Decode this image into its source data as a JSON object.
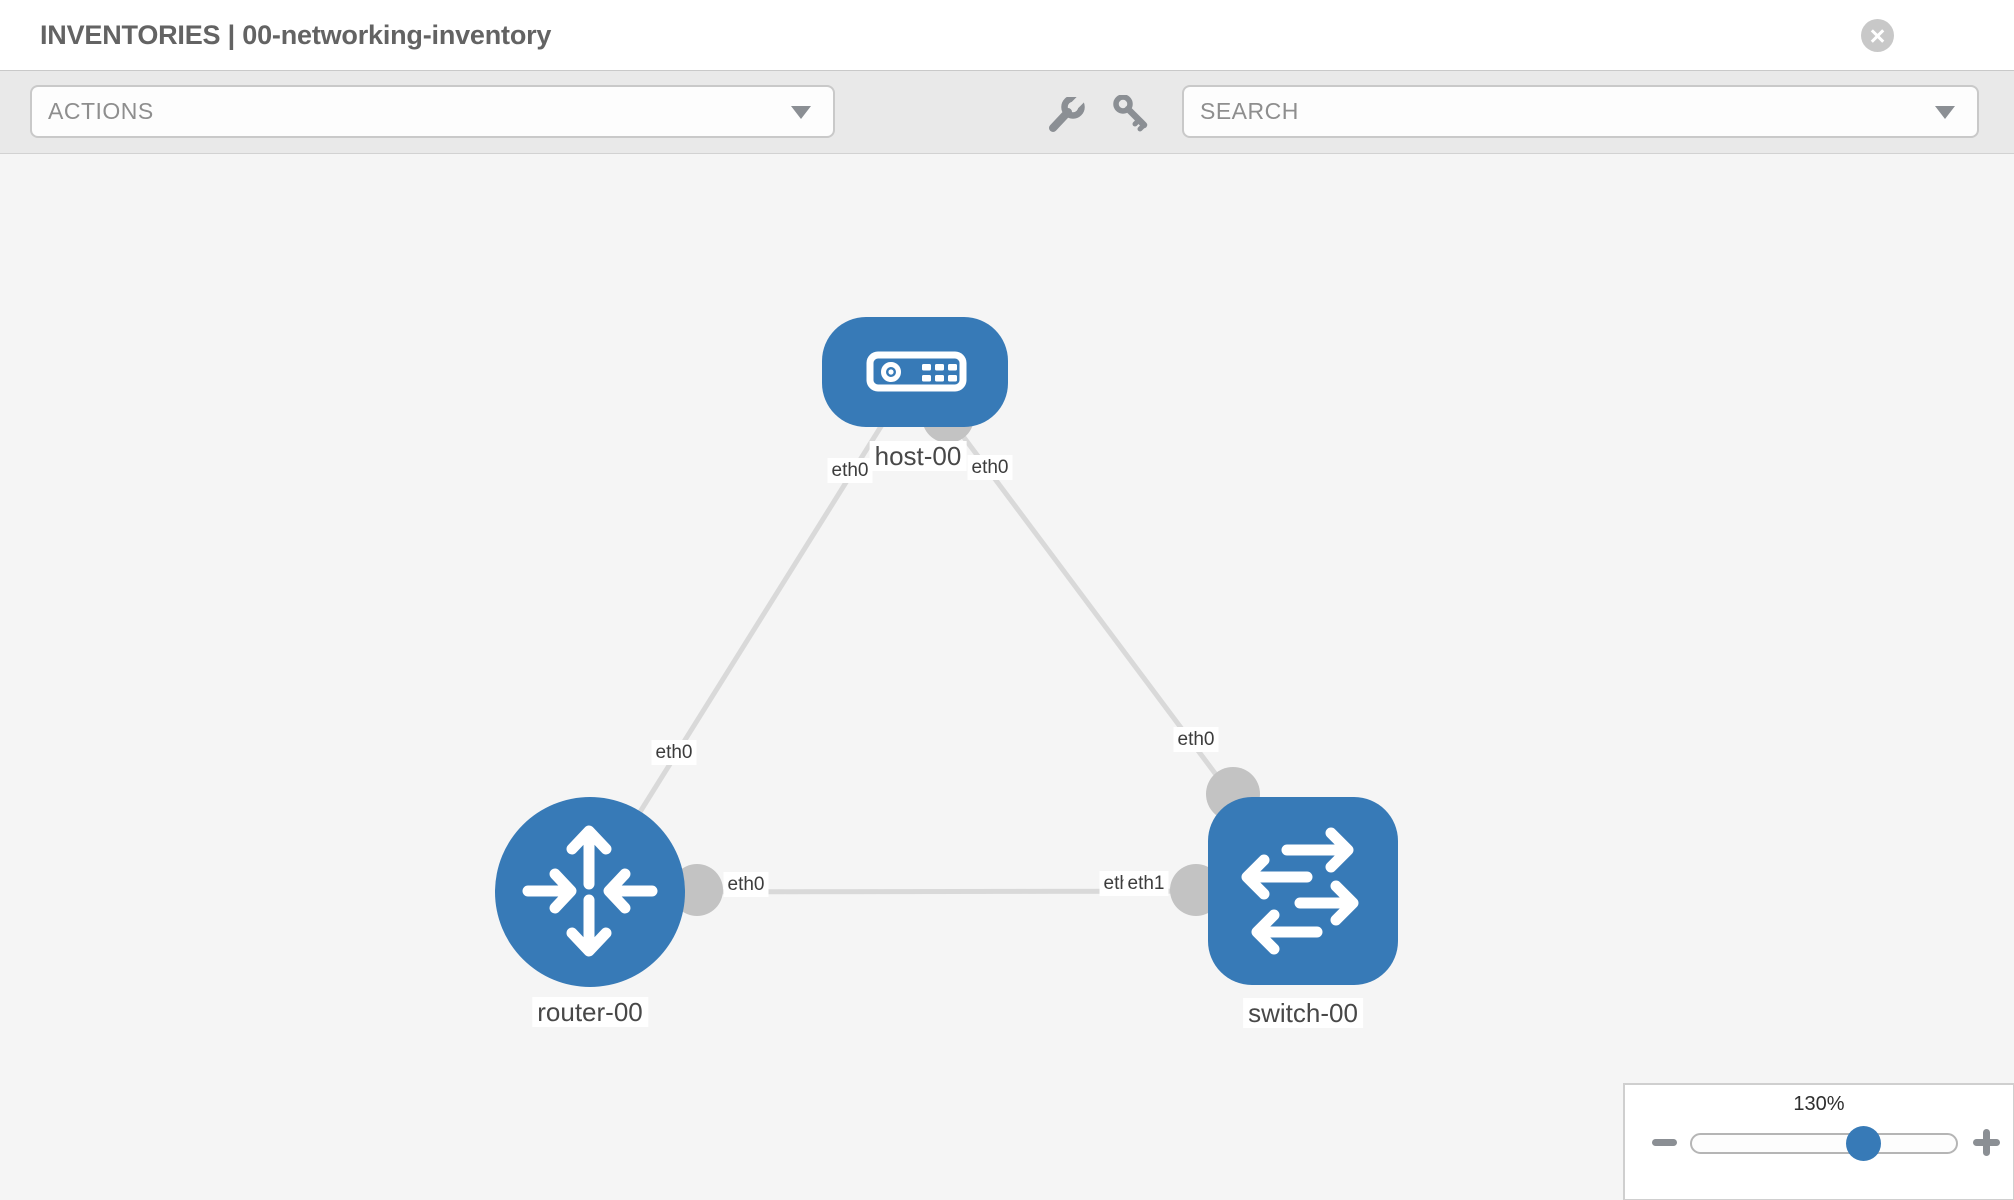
{
  "window": {
    "title": "INVENTORIES | 00-networking-inventory",
    "close_icon": "×"
  },
  "toolbar": {
    "actions_dropdown": "ACTIONS",
    "search_dropdown": "SEARCH",
    "icons": [
      "wrench-icon",
      "key-icon"
    ]
  },
  "topology": {
    "nodes": [
      {
        "name": "host-00",
        "type": "host"
      },
      {
        "name": "router-00",
        "type": "router"
      },
      {
        "name": "switch-00",
        "type": "switch"
      }
    ],
    "links": [
      {
        "source": "host-00",
        "source_iface": "eth0",
        "target": "router-00",
        "target_iface": "eth0"
      },
      {
        "source": "host-00",
        "source_iface": "eth0",
        "target": "switch-00",
        "target_iface": "eth0"
      },
      {
        "source": "router-00",
        "source_iface": "eth0",
        "target": "switch-00",
        "target_iface": "eth1"
      }
    ],
    "labels": {
      "host": "host-00",
      "router": "router-00",
      "switch": "switch-00"
    },
    "ifaces": {
      "host_left": "eth0",
      "host_right": "eth0",
      "router_host_link": "eth0",
      "router_switch_link": "eth0",
      "switch_host_link": "eth0",
      "switch_router_link_under": "eth0",
      "switch_router_link": "eth1"
    }
  },
  "zoom_control": {
    "level": "130%"
  },
  "colors": {
    "node_blue": "#377ab7",
    "link_gray": "#d9d9d9",
    "dot_gray": "#c3c3c3"
  }
}
